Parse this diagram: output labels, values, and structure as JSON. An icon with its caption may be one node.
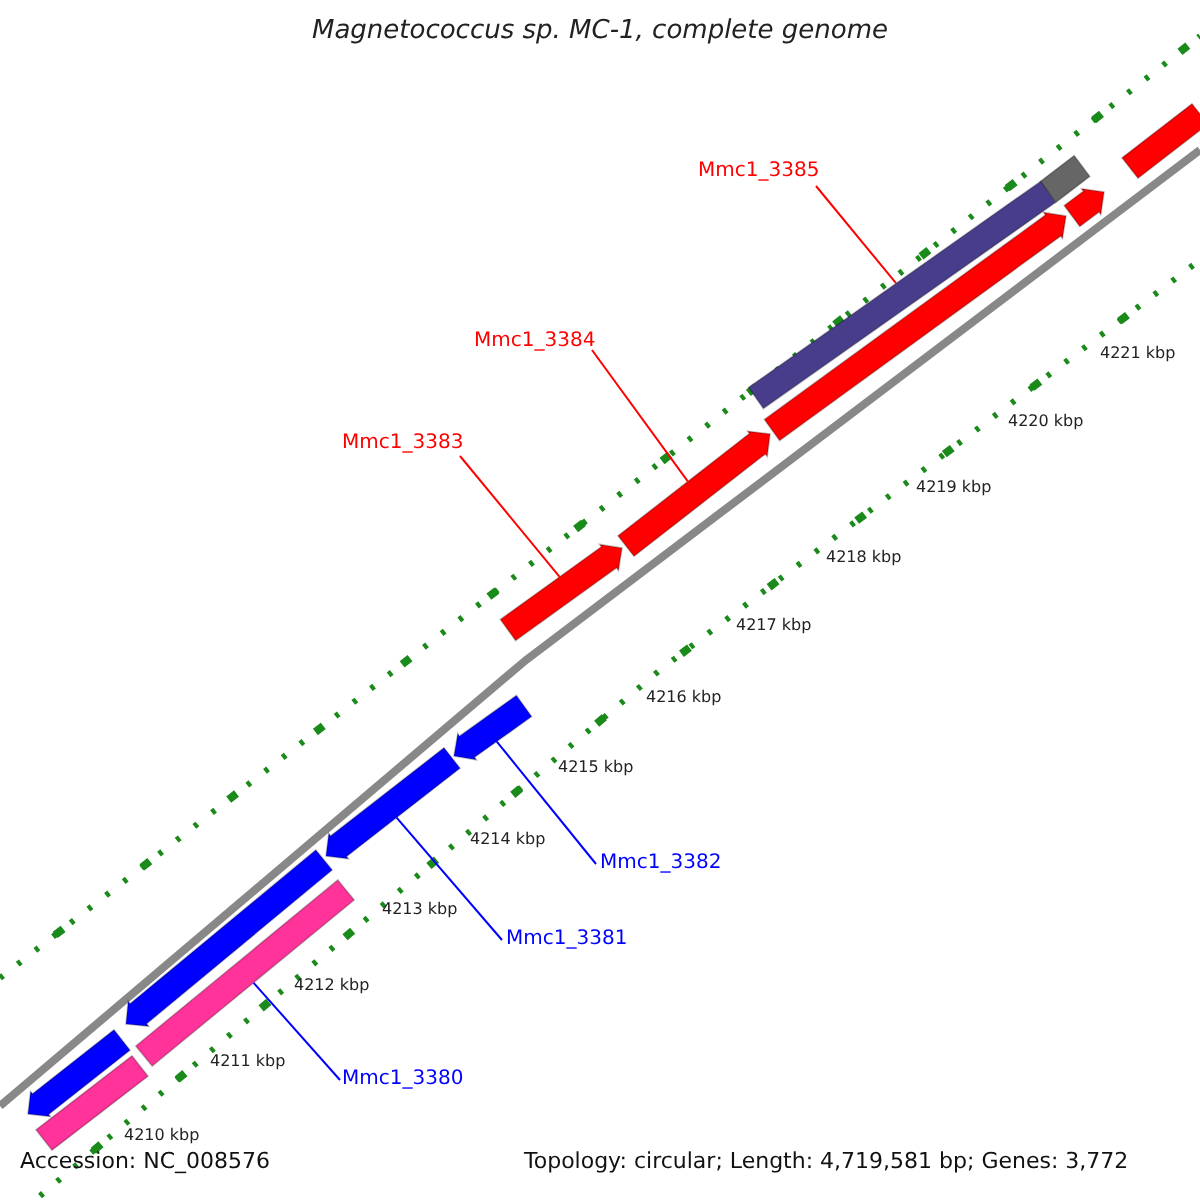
{
  "diagram": {
    "title": "Magnetococcus sp. MC-1, complete genome",
    "nodes": [
      {
        "text": [
          "Mmc1_3385"
        ]
      },
      {
        "text": [
          "Mmc1_3384"
        ]
      },
      {
        "text": [
          "Mmc1_3383"
        ]
      },
      {
        "text": [
          "Mmc1_3382"
        ]
      },
      {
        "text": [
          "Mmc1_3381"
        ]
      },
      {
        "text": [
          "Mmc1_3380"
        ]
      },
      {
        "text": [],
        "shape": "bar"
      },
      {
        "text": [],
        "shape": "bar"
      },
      {
        "text": [],
        "shape": "bar"
      },
      {
        "text": [],
        "shape": "bar"
      },
      {
        "text": [],
        "shape": "bar"
      },
      {
        "text": [],
        "shape": "bar"
      },
      {
        "text": [],
        "shape": "bar"
      },
      {
        "text": [],
        "shape": "bar"
      },
      {
        "text": [],
        "shape": "bar"
      },
      {
        "text": [],
        "shape": "bar"
      },
      {
        "text": [],
        "shape": "bar"
      },
      {
        "text": [],
        "shape": "bar"
      },
      {
        "text": [],
        "shape": "bar"
      }
    ],
    "edges": [
      {
        "from": 0,
        "to": 7,
        "arrow": "none"
      },
      {
        "from": 1,
        "to": 11,
        "arrow": "none"
      },
      {
        "from": 2,
        "to": 12,
        "arrow": "none"
      },
      {
        "from": 3,
        "to": 13,
        "arrow": "none",
        "color": "#0000ff"
      },
      {
        "from": 4,
        "to": 14,
        "arrow": "none",
        "color": "#0000ff"
      },
      {
        "from": 5,
        "to": 17,
        "arrow": "none",
        "color": "#0000ff"
      }
    ],
    "labels": [
      "4221 kbp",
      "4220 kbp",
      "4219 kbp",
      "4218 kbp",
      "4217 kbp",
      "4216 kbp",
      "4215 kbp",
      "4214 kbp",
      "4213 kbp",
      "4212 kbp",
      "4211 kbp",
      "4210 kbp",
      "Accession: NC_008576",
      "Topology: circular; Length: 4,719,581 bp; Genes: 3,772"
    ]
  }
}
